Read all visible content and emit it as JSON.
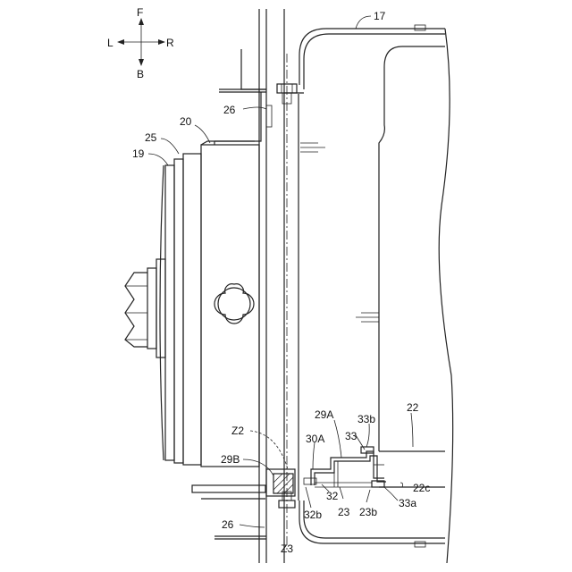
{
  "compass": {
    "f": "F",
    "b": "B",
    "l": "L",
    "r": "R"
  },
  "labels": {
    "l17": "17",
    "l26_top": "26",
    "l20": "20",
    "l25": "25",
    "l19": "19",
    "l22": "22",
    "l29A": "29A",
    "l33b_top": "33b",
    "l33": "33",
    "l30A": "30A",
    "lZ2": "Z2",
    "l29B": "29B",
    "l22c": "22c",
    "l32b": "32b",
    "l32": "32",
    "l23": "23",
    "l23b": "23b",
    "l33a": "33a",
    "l26_bot": "26",
    "lZ3": "Z3"
  }
}
